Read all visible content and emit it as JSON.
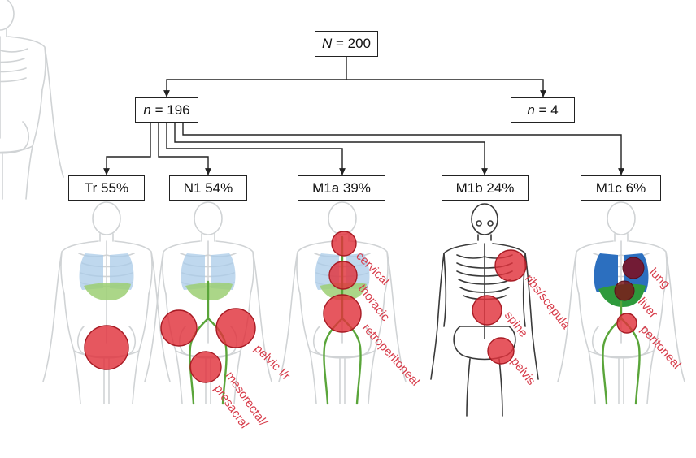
{
  "root": {
    "var": "N",
    "value": "= 200"
  },
  "left_node": {
    "var": "n",
    "value": "= 196"
  },
  "right_node": {
    "var": "n",
    "value": "= 4"
  },
  "stages": [
    {
      "label": "Tr 55%"
    },
    {
      "label": "N1 54%"
    },
    {
      "label": "M1a 39%"
    },
    {
      "label": "M1b 24%"
    },
    {
      "label": "M1c 6%"
    }
  ],
  "annotations": {
    "n1": [
      "pelvic l/r",
      "mesorectal/",
      "presacral"
    ],
    "m1a": [
      "cervical",
      "thoracic",
      "retroperitoneal"
    ],
    "m1b": [
      "ribs/scapula",
      "spine",
      "pelvis"
    ],
    "m1c": [
      "lung",
      "liver",
      "peritoneal"
    ]
  },
  "colors": {
    "lesion": "#e0323c",
    "label": "#d73c4a",
    "lymph": "#5aa53a",
    "lung": "#a9cbe8",
    "liver": "#9ccf73"
  }
}
